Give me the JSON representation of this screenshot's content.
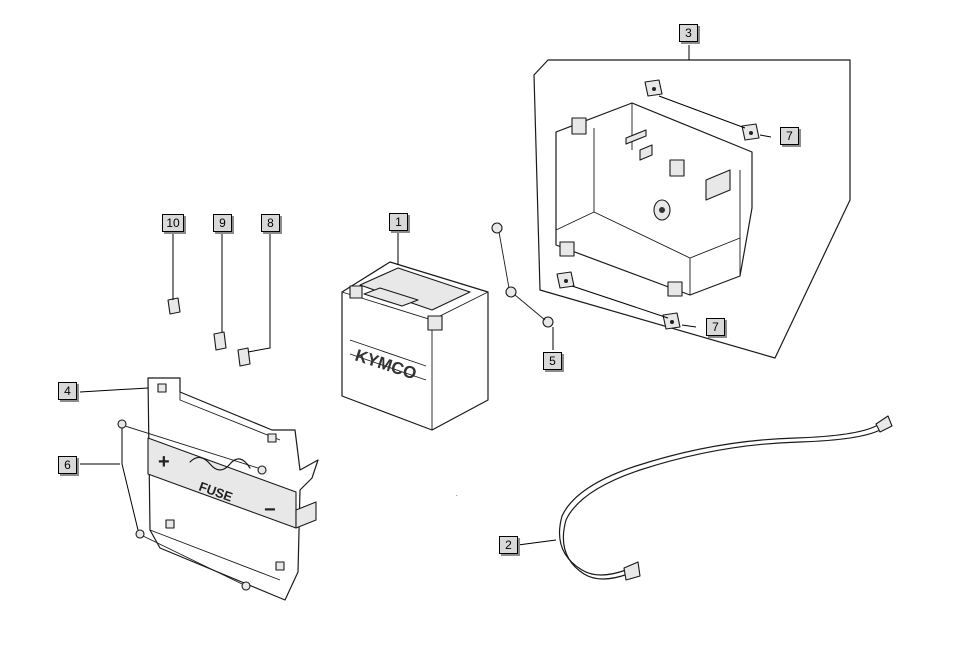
{
  "callouts": [
    {
      "id": "1",
      "text": "1"
    },
    {
      "id": "2",
      "text": "2"
    },
    {
      "id": "3",
      "text": "3"
    },
    {
      "id": "4",
      "text": "4"
    },
    {
      "id": "5",
      "text": "5"
    },
    {
      "id": "6",
      "text": "6"
    },
    {
      "id": "7a",
      "text": "7"
    },
    {
      "id": "7b",
      "text": "7"
    },
    {
      "id": "8",
      "text": "8"
    },
    {
      "id": "9",
      "text": "9"
    },
    {
      "id": "10",
      "text": "10"
    }
  ],
  "battery_brand": "KYMCO",
  "fuse_label": "FUSE",
  "plus_sign": "+",
  "minus_sign": "−"
}
